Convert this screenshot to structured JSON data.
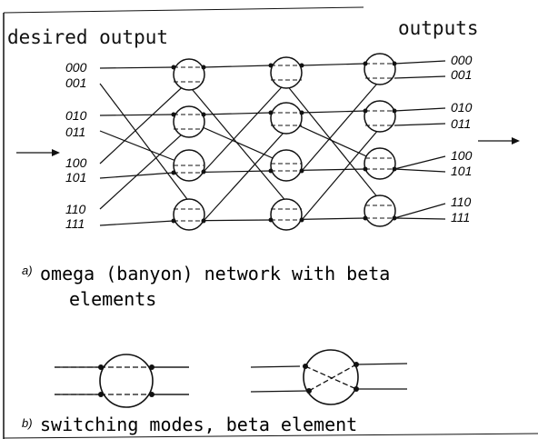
{
  "header": {
    "desired_output": "desired output",
    "outputs": "outputs"
  },
  "input_labels": [
    "000",
    "001",
    "010",
    "011",
    "100",
    "101",
    "110",
    "111"
  ],
  "output_labels": [
    "000",
    "001",
    "010",
    "011",
    "100",
    "101",
    "110",
    "111"
  ],
  "caption_a": {
    "marker": "a)",
    "line1": "omega (banyon) network with beta",
    "line2": "elements"
  },
  "caption_b": {
    "marker": "b)",
    "text": "switching modes, beta element"
  },
  "colors": {
    "ink": "#111111",
    "paper": "#ffffff"
  }
}
